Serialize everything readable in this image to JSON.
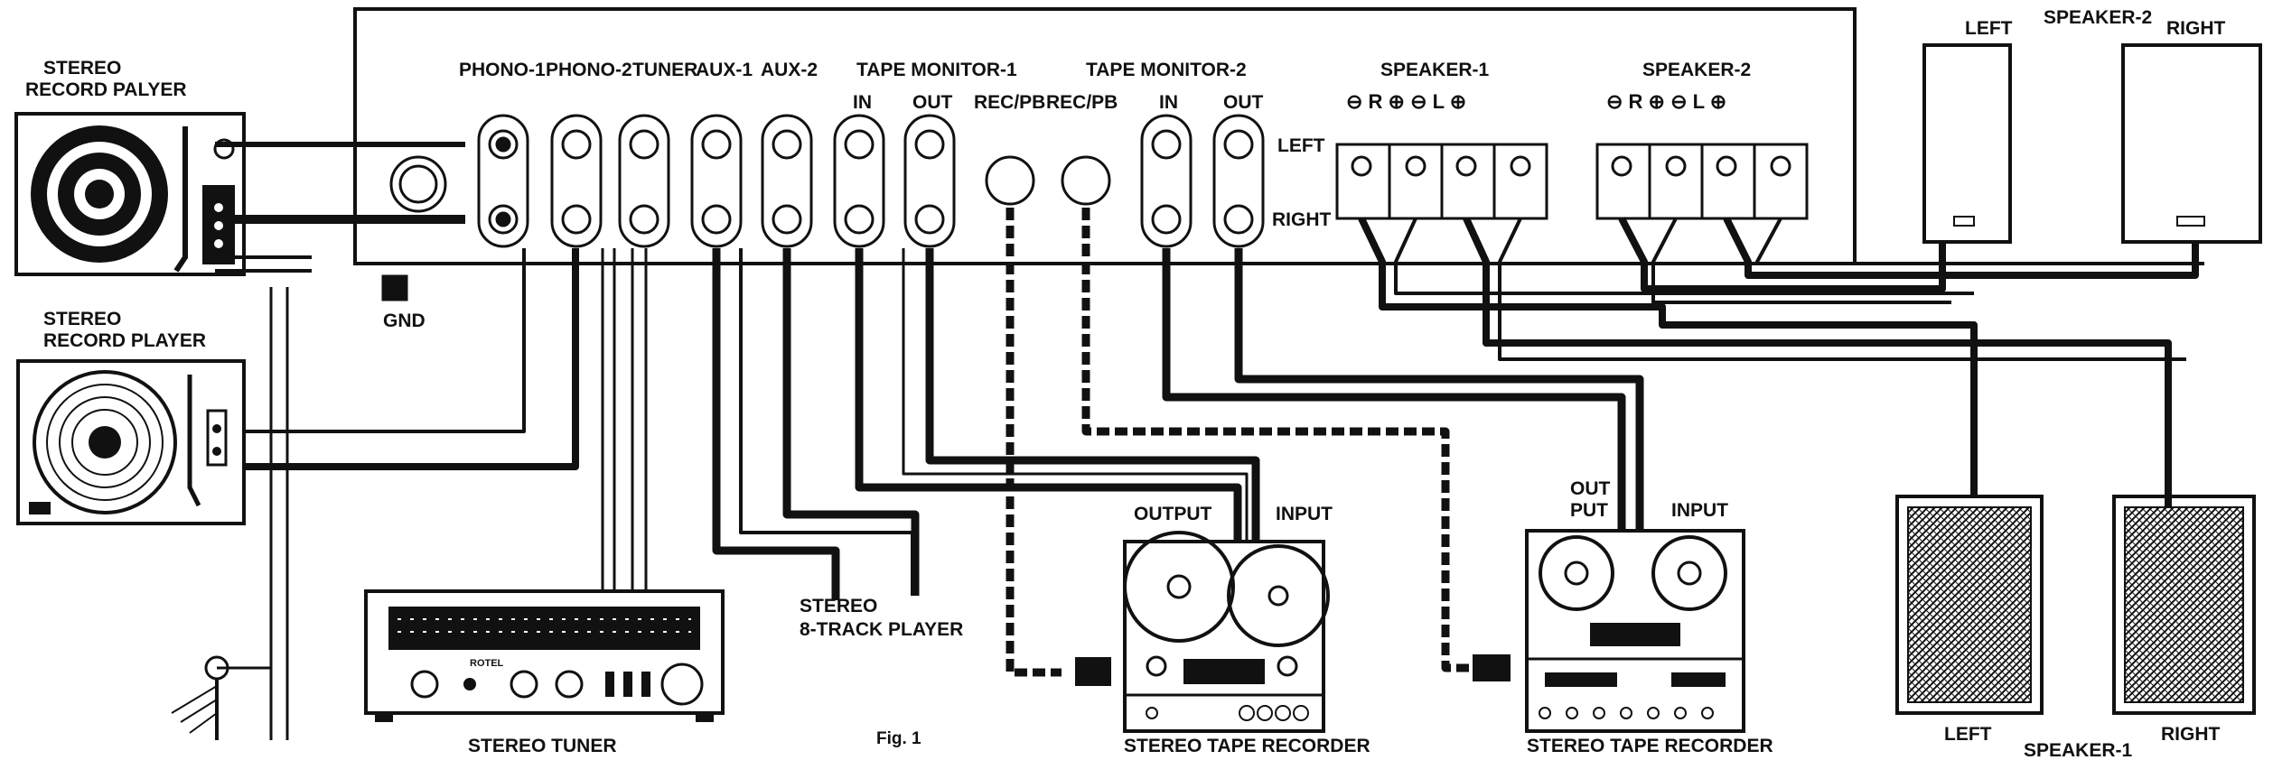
{
  "inputs": {
    "phono1": "PHONO-1",
    "phono2": "PHONO-2",
    "tuner": "TUNER",
    "aux1": "AUX-1",
    "aux2": "AUX-2",
    "tape_monitor_1": "TAPE MONITOR-1",
    "tape_monitor_2": "TAPE MONITOR-2",
    "in": "IN",
    "out": "OUT",
    "rec_pb": "REC/PB",
    "left": "LEFT",
    "right": "RIGHT",
    "gnd": "GND"
  },
  "speaker_terminals": {
    "speaker1": "SPEAKER-1",
    "speaker2": "SPEAKER-2",
    "polarity": "⊖ R ⊕   ⊖ L ⊕"
  },
  "devices": {
    "record_player_1_line1": "STEREO",
    "record_player_1_line2": "RECORD PALYER",
    "record_player_2_line1": "STEREO",
    "record_player_2_line2": "RECORD PLAYER",
    "tuner": "STEREO  TUNER",
    "tuner_brand": "ROTEL",
    "eight_track_line1": "STEREO",
    "eight_track_line2": "8-TRACK PLAYER",
    "tape_recorder_1": "STEREO TAPE RECORDER",
    "tape_recorder_2": "STEREO TAPE RECORDER",
    "output": "OUTPUT",
    "input": "INPUT",
    "out_put_line1": "OUT",
    "out_put_line2": "PUT",
    "input2": "INPUT"
  },
  "speakers": {
    "speaker2_title": "SPEAKER-2",
    "speaker2_left": "LEFT",
    "speaker2_right": "RIGHT",
    "speaker1_title": "SPEAKER-1",
    "speaker1_left": "LEFT",
    "speaker1_right": "RIGHT"
  },
  "caption": "Fig.   1"
}
